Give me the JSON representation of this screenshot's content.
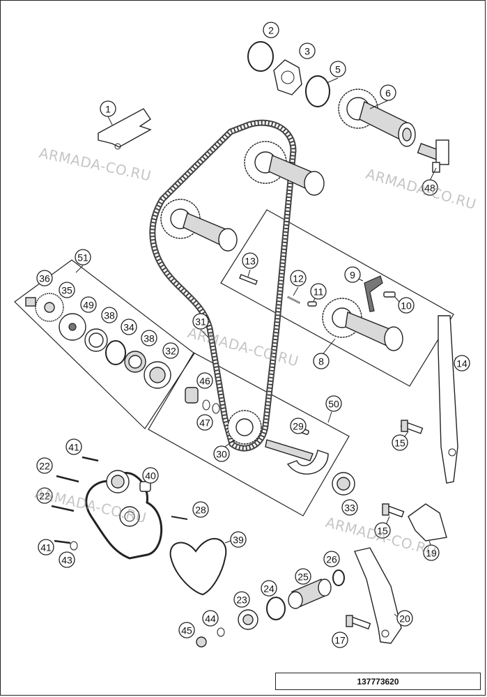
{
  "watermarks": [
    "ARMADA-CO.RU",
    "ARMADA-CO.RU",
    "ARMADA-CO.RU",
    "ARMADA-CO.RU",
    "ARMADA-CO.RU"
  ],
  "callouts": [
    "1",
    "2",
    "3",
    "5",
    "6",
    "48",
    "13",
    "12",
    "11",
    "9",
    "10",
    "8",
    "51",
    "36",
    "35",
    "49",
    "38",
    "34",
    "38",
    "32",
    "31",
    "46",
    "47",
    "30",
    "50",
    "29",
    "14",
    "15",
    "15",
    "19",
    "41",
    "22",
    "40",
    "22",
    "28",
    "33",
    "39",
    "41",
    "43",
    "26",
    "25",
    "24",
    "23",
    "20",
    "44",
    "45",
    "17"
  ],
  "reference_number": "137773620"
}
